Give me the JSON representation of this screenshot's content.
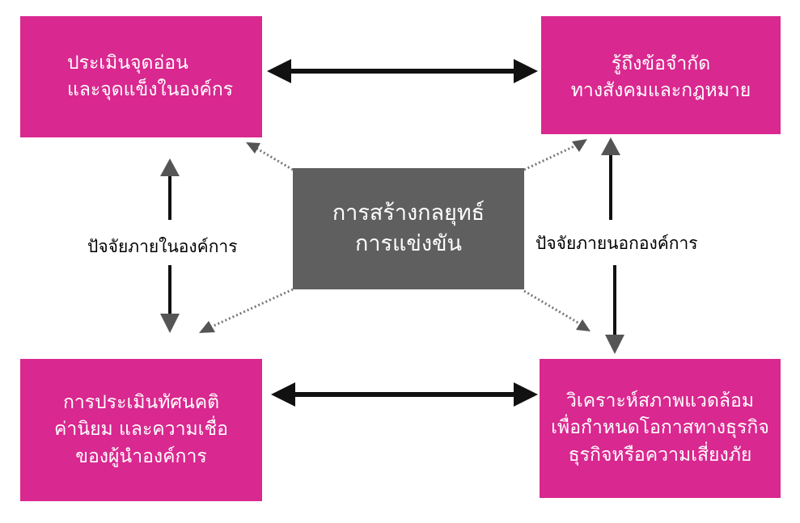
{
  "boxes": {
    "top_left": [
      "ประเมินจุดอ่อน",
      "และจุดแข็งในองค์กร"
    ],
    "top_right": [
      "รู้ถึงข้อจำกัด",
      "ทางสังคมและกฎหมาย"
    ],
    "bottom_left": [
      "การประเมินทัศนคติ",
      "ค่านิยม และความเชื่อ",
      "ของผู้นำองค์การ"
    ],
    "bottom_right": [
      "วิเคราะห์สภาพแวดล้อม",
      "เพื่อกำหนดโอกาสทางธุรกิจ",
      "ธุรกิจหรือความเสี่ยงภัย"
    ],
    "center": [
      "การสร้างกลยุทธ์",
      "การแข่งขัน"
    ]
  },
  "labels": {
    "internal": "ปัจจัยภายในองค์การ",
    "external": "ปัจจัยภายนอกองค์การ"
  },
  "colors": {
    "box_pink": "#d9288f",
    "center_gray": "#5f5f5f",
    "arrow_black": "#111111",
    "arrow_gray": "#555555",
    "dotted_gray": "#777777"
  }
}
